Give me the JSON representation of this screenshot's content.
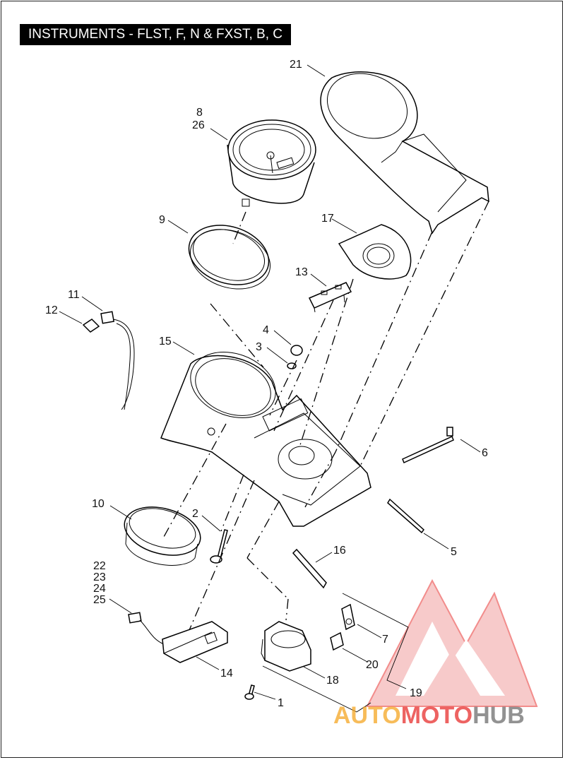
{
  "title": "INSTRUMENTS - FLST, F, N & FXST, B, C",
  "callouts": {
    "c1": "1",
    "c2": "2",
    "c3": "3",
    "c4": "4",
    "c5": "5",
    "c6": "6",
    "c7": "7",
    "c8": "8",
    "c9": "9",
    "c10": "10",
    "c11": "11",
    "c12": "12",
    "c13": "13",
    "c14": "14",
    "c15": "15",
    "c16": "16",
    "c17": "17",
    "c18": "18",
    "c19": "19",
    "c20": "20",
    "c21": "21",
    "c22": "22",
    "c23": "23",
    "c24": "24",
    "c25": "25",
    "c26": "26"
  },
  "watermark": {
    "auto": "AUTO",
    "moto": "MOTO",
    "hub": "HUB"
  },
  "colors": {
    "watermark_red": "#e8302e",
    "watermark_orange": "#f5a623",
    "watermark_gray": "#6e6e6e"
  }
}
